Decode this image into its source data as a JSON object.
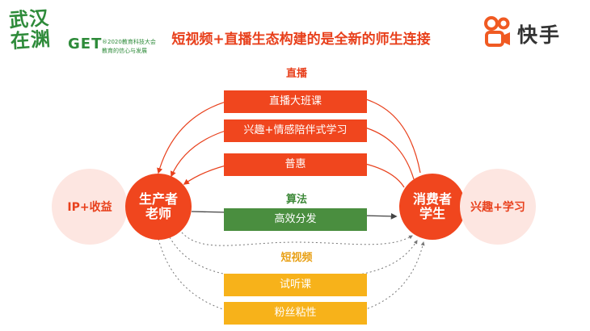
{
  "logo": {
    "calligraphy_line1": "武汉",
    "calligraphy_line2": "在渊",
    "get": "GET",
    "event": "®2020教育科技大会",
    "slogan": "教育的信心与发展"
  },
  "title": "短视频+直播生态构建的是全新的师生连接",
  "brand": {
    "name": "快手",
    "icon": "kuaishou-logo-icon",
    "color": "#f05a22"
  },
  "sections": {
    "live": "直播",
    "algorithm": "算法",
    "short_video": "短视频"
  },
  "boxes": {
    "live": [
      "直播大班课",
      "兴趣+情感陪伴式学习",
      "普惠"
    ],
    "algorithm": [
      "高效分发"
    ],
    "short_video": [
      "试听课",
      "粉丝粘性"
    ]
  },
  "nodes": {
    "producer_benefit": "IP+收益",
    "producer_line1": "生产者",
    "producer_line2": "老师",
    "consumer_line1": "消费者",
    "consumer_line2": "学生",
    "consumer_benefit": "兴趣+学习"
  },
  "colors": {
    "accent_red": "#f0461e",
    "green": "#4a8e3f",
    "yellow": "#f7b21a",
    "soft_pink": "#fde6e1",
    "logo_green": "#2e8b3a"
  }
}
